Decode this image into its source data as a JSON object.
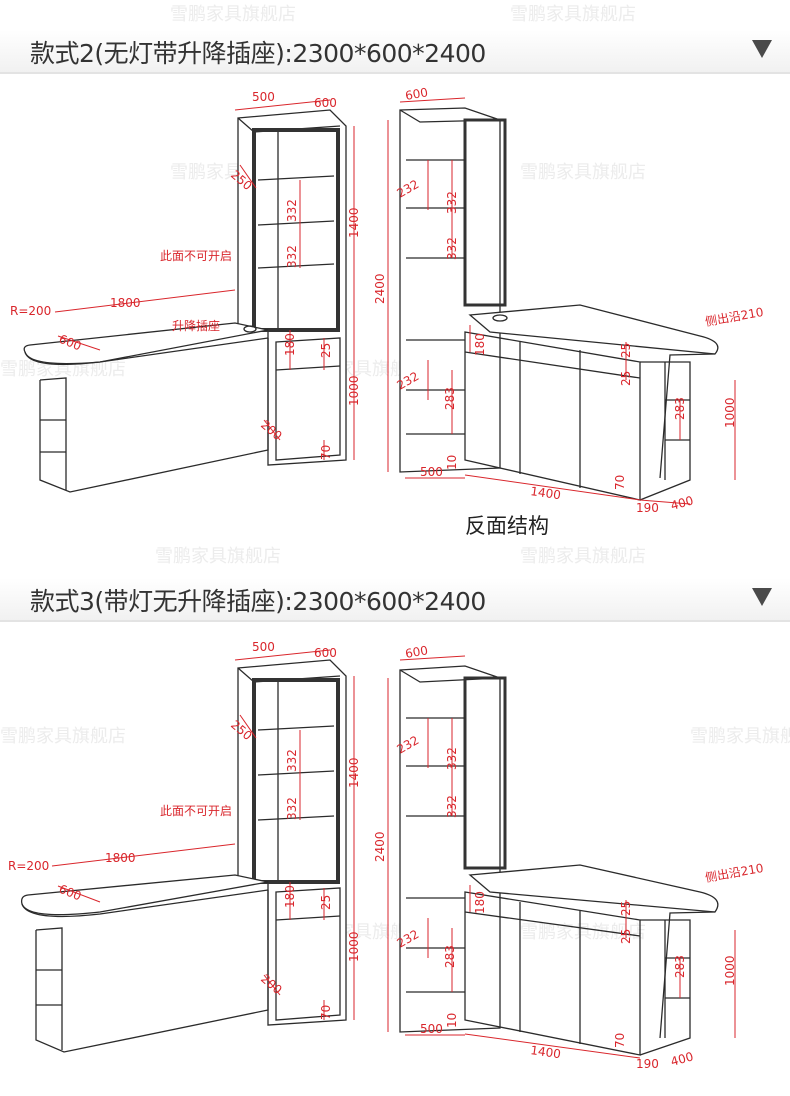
{
  "watermark": "雪鹏家具旗舰店",
  "sections": [
    {
      "title": "款式2(无灯带升降插座):2300*600*2400",
      "front": {
        "dims": {
          "w500": "500",
          "d600": "600",
          "s250": "250",
          "c332a": "332",
          "c332b": "332",
          "h1400": "1400",
          "r200": "R=200",
          "l1800": "1800",
          "d600b": "600",
          "h180": "180",
          "h25": "25",
          "h1000": "1000",
          "w200": "200",
          "h70": "70"
        },
        "note_no_open": "此面不可开启",
        "note_socket": "升降插座"
      },
      "back": {
        "dims": {
          "d600": "600",
          "c232a": "232",
          "c332a": "332",
          "c332b": "332",
          "h2400": "2400",
          "h180": "180",
          "h25a": "25",
          "h25b": "25",
          "c232b": "232",
          "c283a": "283",
          "h10": "10",
          "w500": "500",
          "w1400": "1400",
          "h70": "70",
          "w190": "190",
          "w400": "400",
          "h1000": "1000",
          "c283b": "283"
        },
        "note_edge": "侧出沿210"
      },
      "caption": "反面结构"
    },
    {
      "title": "款式3(带灯无升降插座):2300*600*2400",
      "front": {
        "dims": {
          "w500": "500",
          "d600": "600",
          "s250": "250",
          "c332a": "332",
          "c332b": "332",
          "h1400": "1400",
          "r200": "R=200",
          "l1800": "1800",
          "d600b": "600",
          "h180": "180",
          "h25": "25",
          "h1000": "1000",
          "w200": "200",
          "h70": "70"
        },
        "note_no_open": "此面不可开启"
      },
      "back": {
        "dims": {
          "d600": "600",
          "c232a": "232",
          "c332a": "332",
          "c332b": "332",
          "h2400": "2400",
          "h180": "180",
          "h25a": "25",
          "h25b": "25",
          "c232b": "232",
          "c283a": "283",
          "h10": "10",
          "w500": "500",
          "w1400": "1400",
          "h70": "70",
          "w190": "190",
          "w400": "400",
          "h1000": "1000",
          "c283b": "283"
        },
        "note_edge": "侧出沿210"
      }
    }
  ],
  "colors": {
    "dimension_red": "#d9262c",
    "line": "#2b2b2b",
    "frame": "#333333",
    "title_text": "#333333",
    "watermark": "#ececec"
  }
}
